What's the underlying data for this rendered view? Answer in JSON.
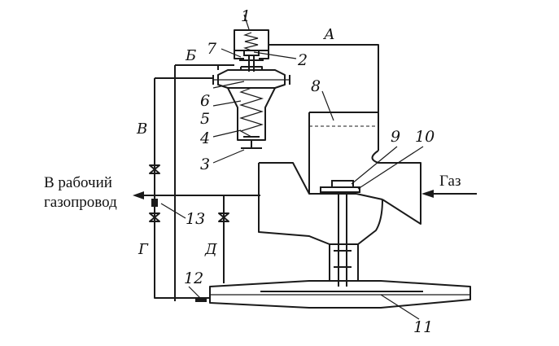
{
  "labels": {
    "outlet": [
      "В рабочий",
      "газопровод"
    ],
    "inlet": "Газ"
  },
  "lines": {
    "A": "А",
    "B": "Б",
    "V": "В",
    "G": "Г",
    "D": "Д"
  },
  "parts": [
    "1",
    "2",
    "3",
    "4",
    "5",
    "6",
    "7",
    "8",
    "9",
    "10",
    "11",
    "12",
    "13"
  ]
}
